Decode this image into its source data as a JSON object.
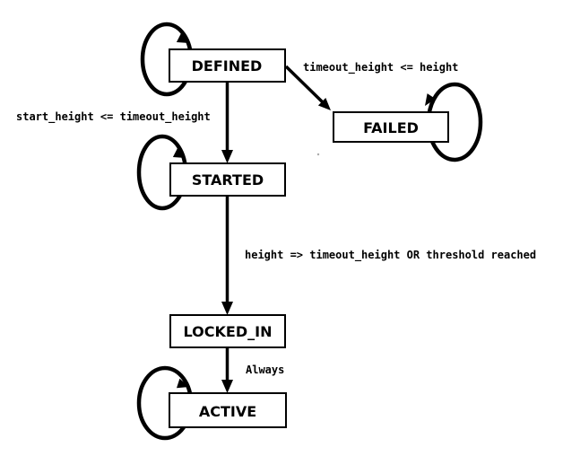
{
  "diagram": {
    "type": "state-machine",
    "colors": {
      "stroke": "#000000",
      "background": "#ffffff",
      "box_fill": "#ffffff"
    },
    "states": [
      {
        "label": "DEFINED"
      },
      {
        "label": "STARTED"
      },
      {
        "label": "FAILED"
      },
      {
        "label": "LOCKED_IN"
      },
      {
        "label": "ACTIVE"
      }
    ],
    "transitions": [
      {
        "from": "DEFINED",
        "to": "FAILED",
        "label": "timeout_height <= height"
      },
      {
        "from": "DEFINED",
        "to": "STARTED",
        "label": "start_height <= timeout_height"
      },
      {
        "from": "STARTED",
        "to": "LOCKED_IN",
        "label": "height => timeout_height OR threshold reached"
      },
      {
        "from": "LOCKED_IN",
        "to": "ACTIVE",
        "label": "Always"
      },
      {
        "from": "DEFINED",
        "to": "DEFINED",
        "label": ""
      },
      {
        "from": "STARTED",
        "to": "STARTED",
        "label": ""
      },
      {
        "from": "ACTIVE",
        "to": "ACTIVE",
        "label": ""
      },
      {
        "from": "FAILED",
        "to": "FAILED",
        "label": ""
      }
    ]
  }
}
